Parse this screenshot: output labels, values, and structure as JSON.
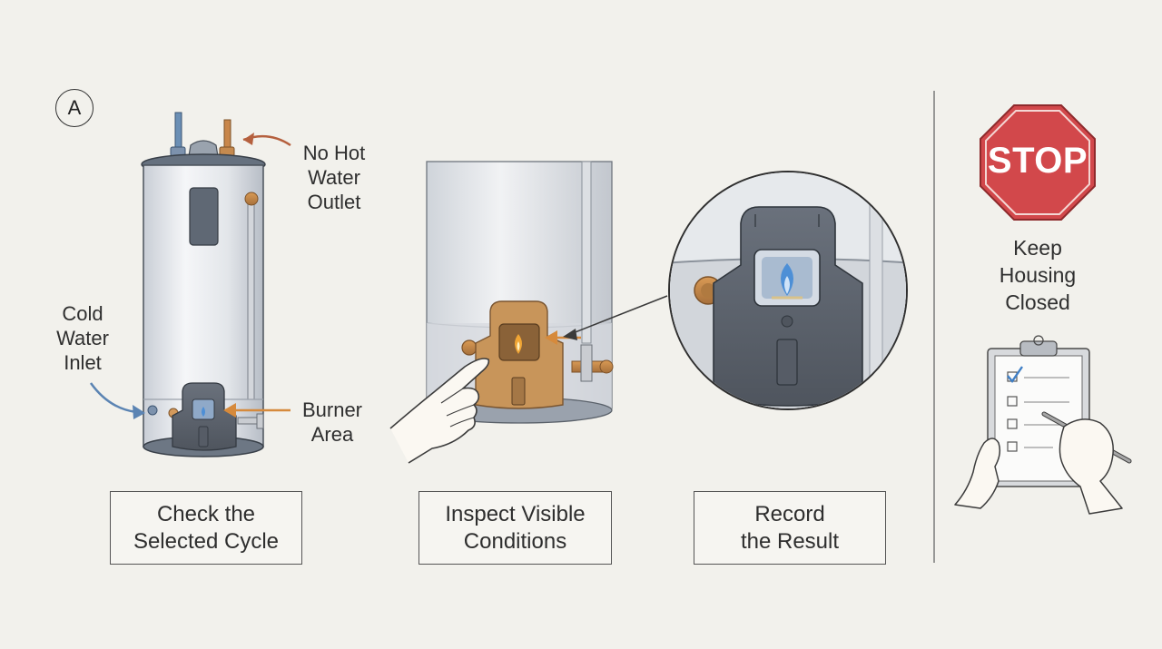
{
  "panel_label": "A",
  "callouts": {
    "hot_outlet": "No Hot\nWater\nOutlet",
    "cold_inlet": "Cold\nWater\nInlet",
    "burner": "Burner\nArea"
  },
  "steps": [
    {
      "label": "Check the\nSelected Cycle"
    },
    {
      "label": "Inspect Visible\nConditions"
    },
    {
      "label": "Record\nthe Result"
    }
  ],
  "warning": {
    "sign_text": "STOP",
    "message": "Keep\nHousing\nClosed"
  },
  "colors": {
    "background": "#f2f1ec",
    "stop_red": "#d2484b",
    "hot_pipe": "#c8864a",
    "cold_pipe": "#6b8fb5",
    "flame_blue": "#4d8fd6",
    "flame_orange": "#e69a2e",
    "burner_housing": "#5f6570",
    "check_blue": "#3f7fc6"
  },
  "icons": [
    "water-heater-icon",
    "pointing-hand-icon",
    "magnifier-circle-icon",
    "stop-sign-icon",
    "clipboard-checklist-icon"
  ]
}
